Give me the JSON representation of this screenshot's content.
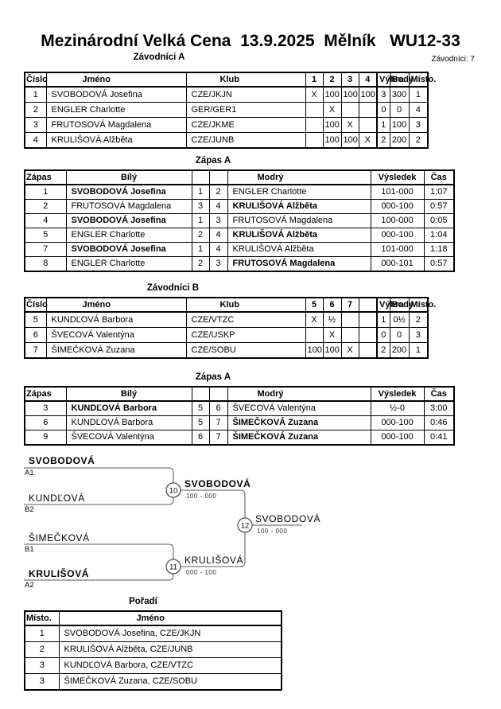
{
  "colors": {
    "bracket_line": "#7a7a7a",
    "text": "#000000"
  },
  "header": {
    "title": "Mezinárodní Velká Cena  13.9.2025  Mělník   WU12-33",
    "participants_label": "Závodníci: 7"
  },
  "sections": {
    "players_a_title": "Závodníci A",
    "match_a1_title": "Zápas A",
    "players_b_title": "Závodníci B",
    "match_a2_title": "Zápas A",
    "standings_title": "Pořadí"
  },
  "players_headers": {
    "num": "Číslo",
    "name": "Jméno",
    "club": "Klub",
    "wins": "Výhra",
    "points": "Body",
    "place": "Místo."
  },
  "players_a": {
    "grid_headers": {
      "g1": "1",
      "g2": "2",
      "g3": "3",
      "g4": "4"
    },
    "rows": [
      {
        "num": "1",
        "name": "SVOBODOVÁ Josefina",
        "club": "CZE/JKJN",
        "g1": "X",
        "g2": "100",
        "g3": "100",
        "g4": "100",
        "wins": "3",
        "points": "300",
        "place": "1"
      },
      {
        "num": "2",
        "name": "ENGLER Charlotte",
        "club": "GER/GER1",
        "g1": "",
        "g2": "X",
        "g3": "",
        "g4": "",
        "wins": "0",
        "points": "0",
        "place": "4"
      },
      {
        "num": "3",
        "name": "FRUTOSOVÁ Magdalena",
        "club": "CZE/JKME",
        "g1": "",
        "g2": "100",
        "g3": "X",
        "g4": "",
        "wins": "1",
        "points": "100",
        "place": "3"
      },
      {
        "num": "4",
        "name": "KRULIŠOVÁ Alžběta",
        "club": "CZE/JUNB",
        "g1": "",
        "g2": "100",
        "g3": "100",
        "g4": "X",
        "wins": "2",
        "points": "200",
        "place": "2"
      }
    ]
  },
  "match_headers": {
    "num": "Zápas",
    "white": "Bílý",
    "blue": "Modrý",
    "result": "Výsledek",
    "time": "Čas"
  },
  "matches_a1": {
    "rows": [
      {
        "num": "1",
        "white": "SVOBODOVÁ Josefina",
        "white_bold": true,
        "wn": "1",
        "bn": "2",
        "blue": "ENGLER Charlotte",
        "blue_bold": false,
        "result": "101-000",
        "time": "1:07"
      },
      {
        "num": "2",
        "white": "FRUTOSOVÁ Magdalena",
        "white_bold": false,
        "wn": "3",
        "bn": "4",
        "blue": "KRULIŠOVÁ Alžběta",
        "blue_bold": true,
        "result": "000-100",
        "time": "0:57"
      },
      {
        "num": "4",
        "white": "SVOBODOVÁ Josefina",
        "white_bold": true,
        "wn": "1",
        "bn": "3",
        "blue": "FRUTOSOVÁ Magdalena",
        "blue_bold": false,
        "result": "100-000",
        "time": "0:05"
      },
      {
        "num": "5",
        "white": "ENGLER Charlotte",
        "white_bold": false,
        "wn": "2",
        "bn": "4",
        "blue": "KRULIŠOVÁ Alžběta",
        "blue_bold": true,
        "result": "000-100",
        "time": "1:04"
      },
      {
        "num": "7",
        "white": "SVOBODOVÁ Josefina",
        "white_bold": true,
        "wn": "1",
        "bn": "4",
        "blue": "KRULIŠOVÁ Alžběta",
        "blue_bold": false,
        "result": "101-000",
        "time": "1:18"
      },
      {
        "num": "8",
        "white": "ENGLER Charlotte",
        "white_bold": false,
        "wn": "2",
        "bn": "3",
        "blue": "FRUTOSOVÁ Magdalena",
        "blue_bold": true,
        "result": "000-101",
        "time": "0:57"
      }
    ]
  },
  "players_b": {
    "grid_headers": {
      "g1": "5",
      "g2": "6",
      "g3": "7"
    },
    "rows": [
      {
        "num": "5",
        "name": "KUNDĽOVÁ Barbora",
        "club": "CZE/VTZC",
        "g1": "X",
        "g2": "½",
        "g3": "",
        "wins": "1",
        "points": "0½",
        "place": "2"
      },
      {
        "num": "6",
        "name": "ŠVECOVÁ Valentýna",
        "club": "CZE/USKP",
        "g1": "",
        "g2": "X",
        "g3": "",
        "wins": "0",
        "points": "0",
        "place": "3"
      },
      {
        "num": "7",
        "name": "ŠIMEČKOVÁ Zuzana",
        "club": "CZE/SOBU",
        "g1": "100",
        "g2": "100",
        "g3": "X",
        "wins": "2",
        "points": "200",
        "place": "1"
      }
    ]
  },
  "matches_a2": {
    "rows": [
      {
        "num": "3",
        "white": "KUNDĽOVÁ Barbora",
        "white_bold": true,
        "wn": "5",
        "bn": "6",
        "blue": "ŠVECOVÁ Valentýna",
        "blue_bold": false,
        "result": "½-0",
        "time": "3:00"
      },
      {
        "num": "6",
        "white": "KUNDĽOVÁ Barbora",
        "white_bold": false,
        "wn": "5",
        "bn": "7",
        "blue": "ŠIMEČKOVÁ Zuzana",
        "blue_bold": true,
        "result": "000-100",
        "time": "0:46"
      },
      {
        "num": "9",
        "white": "ŠVECOVÁ Valentýna",
        "white_bold": false,
        "wn": "6",
        "bn": "7",
        "blue": "ŠIMEČKOVÁ Zuzana",
        "blue_bold": true,
        "result": "000-100",
        "time": "0:41"
      }
    ]
  },
  "bracket": {
    "entries": [
      {
        "name": "SVOBODOVÁ",
        "seed": "A1",
        "bold": true
      },
      {
        "name": "KUNDĽOVÁ",
        "seed": "B2",
        "bold": false
      },
      {
        "name": "ŠIMEČKOVÁ",
        "seed": "B1",
        "bold": false
      },
      {
        "name": "KRULIŠOVÁ",
        "seed": "A2",
        "bold": true
      }
    ],
    "nodes": [
      {
        "id": "10",
        "winner": "SVOBODOVÁ",
        "score": "100 - 000",
        "bold": true
      },
      {
        "id": "11",
        "winner": "KRULIŠOVÁ",
        "score": "000 - 100",
        "bold": false
      },
      {
        "id": "12",
        "winner": "SVOBODOVÁ",
        "score": "100 - 000",
        "bold": false
      }
    ]
  },
  "standings_headers": {
    "place": "Místo.",
    "name": "Jméno"
  },
  "standings": {
    "rows": [
      {
        "place": "1",
        "name": "SVOBODOVÁ Josefina, CZE/JKJN"
      },
      {
        "place": "2",
        "name": "KRULIŠOVÁ Alžběta, CZE/JUNB"
      },
      {
        "place": "3",
        "name": "KUNDĽOVÁ Barbora, CZE/VTZC"
      },
      {
        "place": "3",
        "name": "ŠIMEČKOVÁ Zuzana, CZE/SOBU"
      }
    ]
  }
}
